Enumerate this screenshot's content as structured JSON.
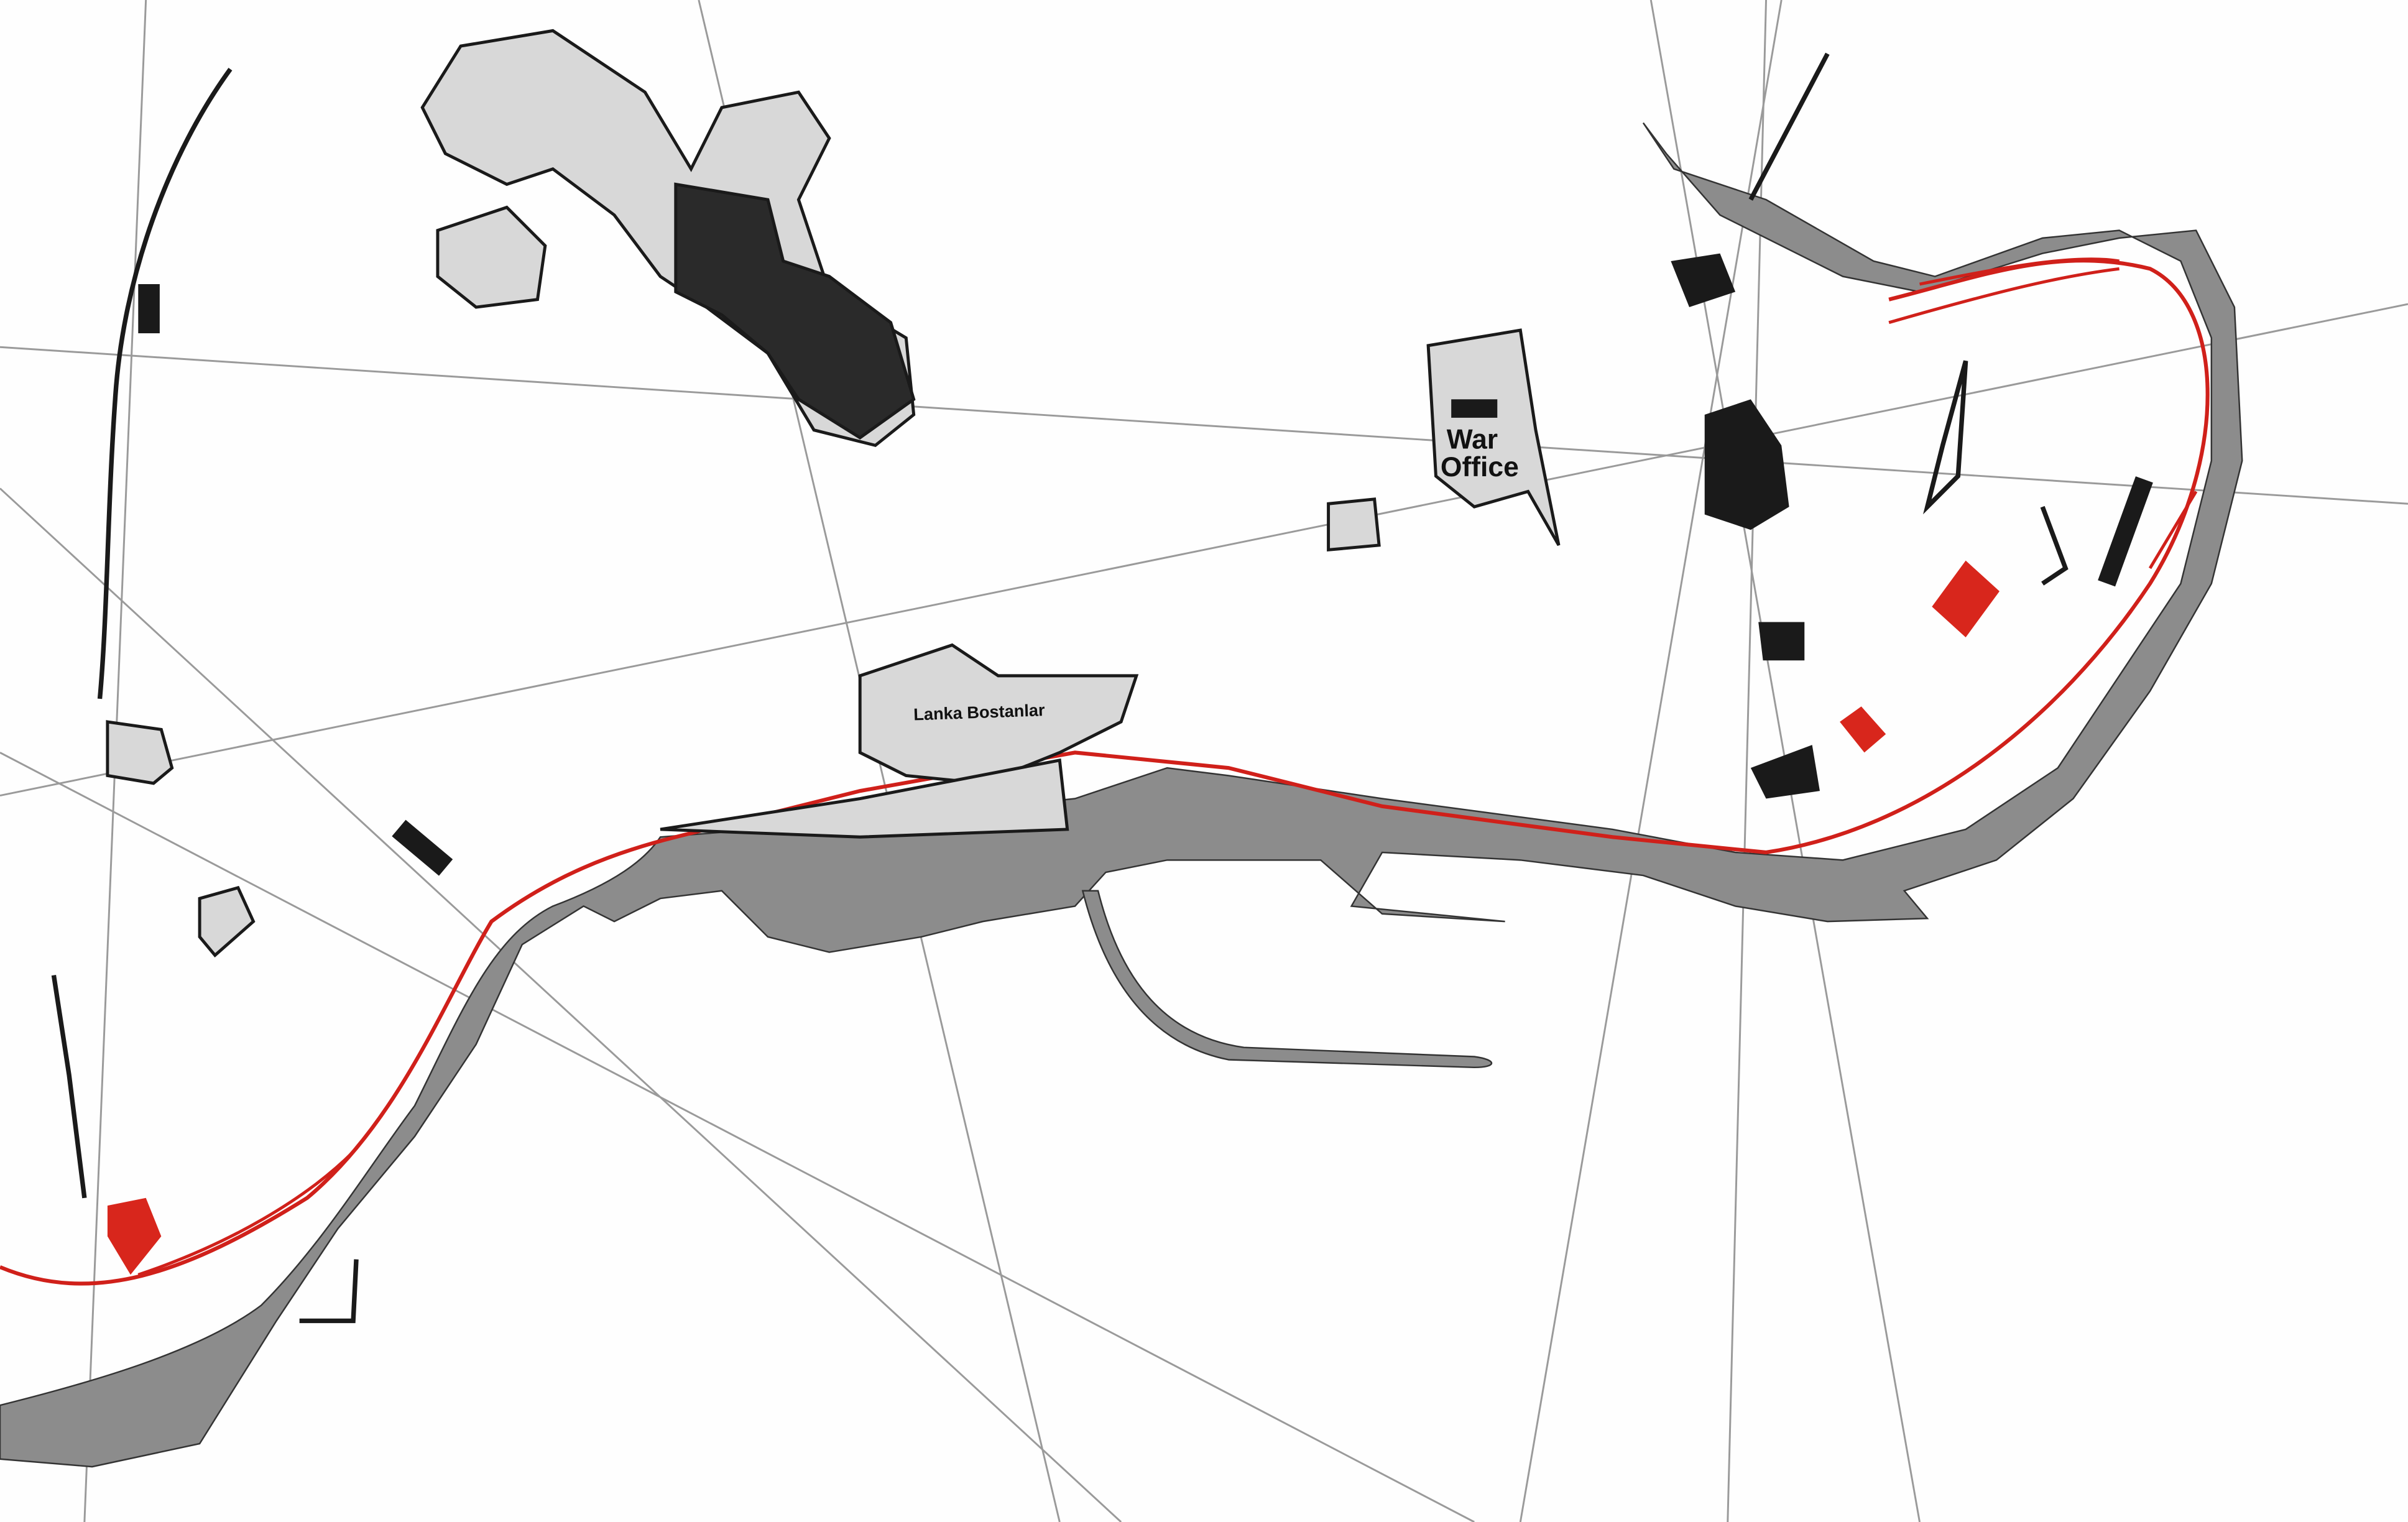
{
  "map": {
    "labels": {
      "war_office": [
        "War",
        "Office"
      ],
      "lanka_bostanlar": "Lanka Bostanlar"
    },
    "colors": {
      "river": "#8c8c8c",
      "route": "#d0201a",
      "sightline": "#9a9a9a",
      "building": "#1a1a1a",
      "block_fill": "#d8d8d8"
    }
  }
}
